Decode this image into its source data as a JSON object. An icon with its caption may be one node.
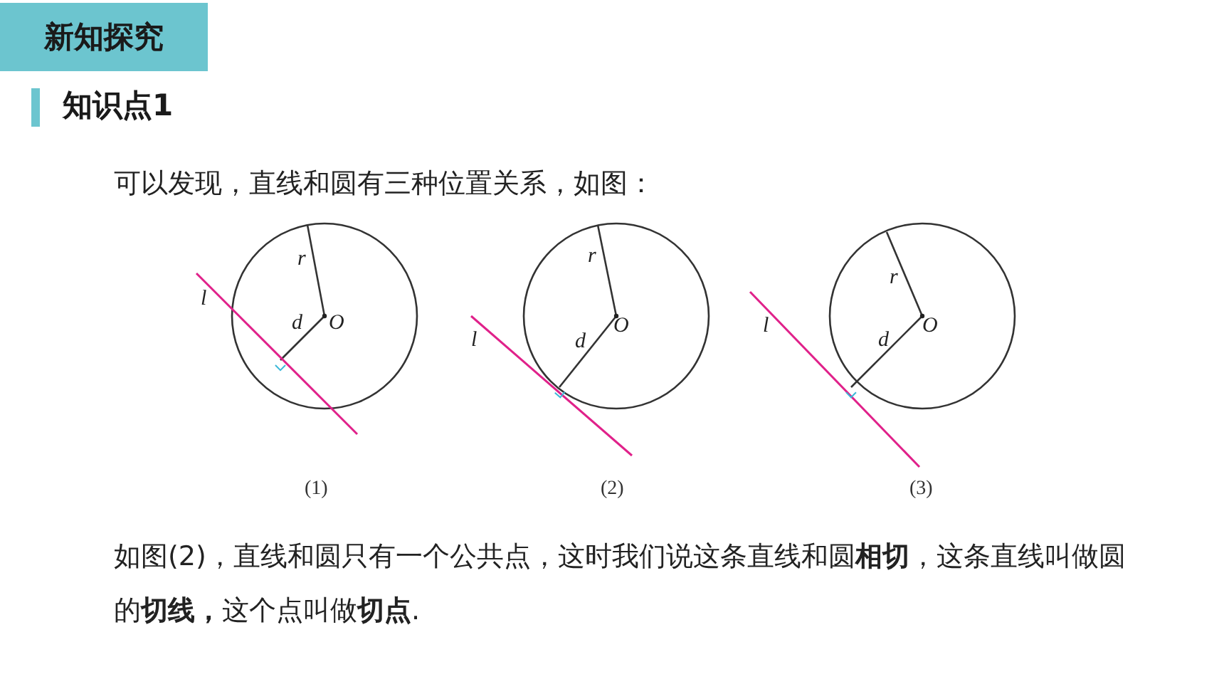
{
  "diagram": {
    "title": "新知探究",
    "labels": [
      "知识点1",
      "可以发现，直线和圆有三种位置关系，如图：",
      "r",
      "l",
      "d",
      "O",
      "r",
      "l",
      "d",
      "O",
      "r",
      "l",
      "d",
      "O",
      "(1)",
      "(2)",
      "(3)",
      "如图(2)，直线和圆只有一个公共点，这时我们说这条直线和圆**相切**，这条直线叫做圆的**切线，**这个点叫做**切点**."
    ]
  }
}
